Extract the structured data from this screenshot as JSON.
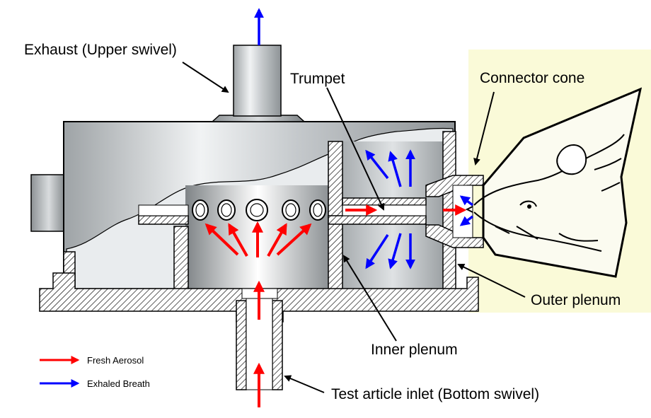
{
  "labels": {
    "exhaust": "Exhaust (Upper swivel)",
    "trumpet": "Trumpet",
    "connector_cone": "Connector cone",
    "outer_plenum": "Outer plenum",
    "inner_plenum": "Inner plenum",
    "test_article_inlet": "Test article inlet (Bottom swivel)"
  },
  "legend": [
    {
      "label": "Fresh Aerosol",
      "color": "#ff0000"
    },
    {
      "label": "Exhaled Breath",
      "color": "#0000ff"
    }
  ],
  "colors": {
    "fresh_aerosol": "#ff0000",
    "exhaled_breath": "#0000ff",
    "animal_panel": "#fafad8",
    "metal": "#b7bcbf"
  }
}
